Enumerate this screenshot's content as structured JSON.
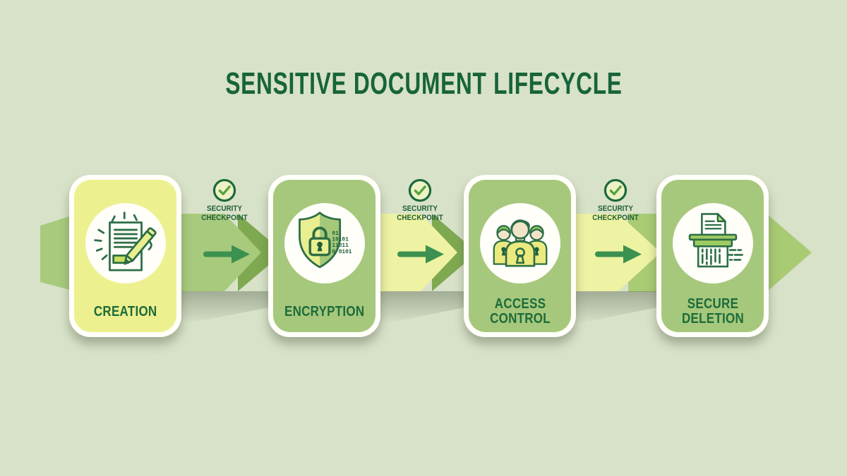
{
  "title": "SENSITIVE DOCUMENT LIFECYCLE",
  "stages": [
    {
      "label": "CREATION",
      "icon": "document-pencil-icon",
      "card_color": "#edf08e"
    },
    {
      "label": "ENCRYPTION",
      "icon": "shield-lock-icon",
      "card_color": "#a6c87c",
      "binary_rows": [
        "01",
        "10101",
        "11011",
        "0 0101"
      ]
    },
    {
      "label": "ACCESS CONTROL",
      "icon": "people-keyhole-icon",
      "card_color": "#a6c87c"
    },
    {
      "label": "SECURE DELETION",
      "icon": "paper-shredder-icon",
      "card_color": "#a6c87c"
    }
  ],
  "checkpoints": [
    {
      "label": "SECURITY CHECKPOINT",
      "icon": "check-circle-icon"
    },
    {
      "label": "SECURITY CHECKPOINT",
      "icon": "check-circle-icon"
    },
    {
      "label": "SECURITY CHECKPOINT",
      "icon": "check-circle-icon"
    }
  ],
  "flow": {
    "direction": "left-to-right",
    "arrow_icon": "right-arrow-icon",
    "arrow_count": 3
  },
  "colors": {
    "background": "#d8e2c9",
    "title": "#17643a",
    "card_yellow": "#edf08e",
    "card_green": "#a6c87c",
    "band_green": "#a8ca7d",
    "band_dark_green": "#7fa950",
    "band_yellow": "#eef3a3",
    "right_arrowhead": "#a9cb73",
    "arrow": "#3c9150",
    "icon_outline": "#2c6e46",
    "checkpoint_fill": "#edf2c6",
    "check": "#55a33c",
    "white": "#fffef9"
  }
}
